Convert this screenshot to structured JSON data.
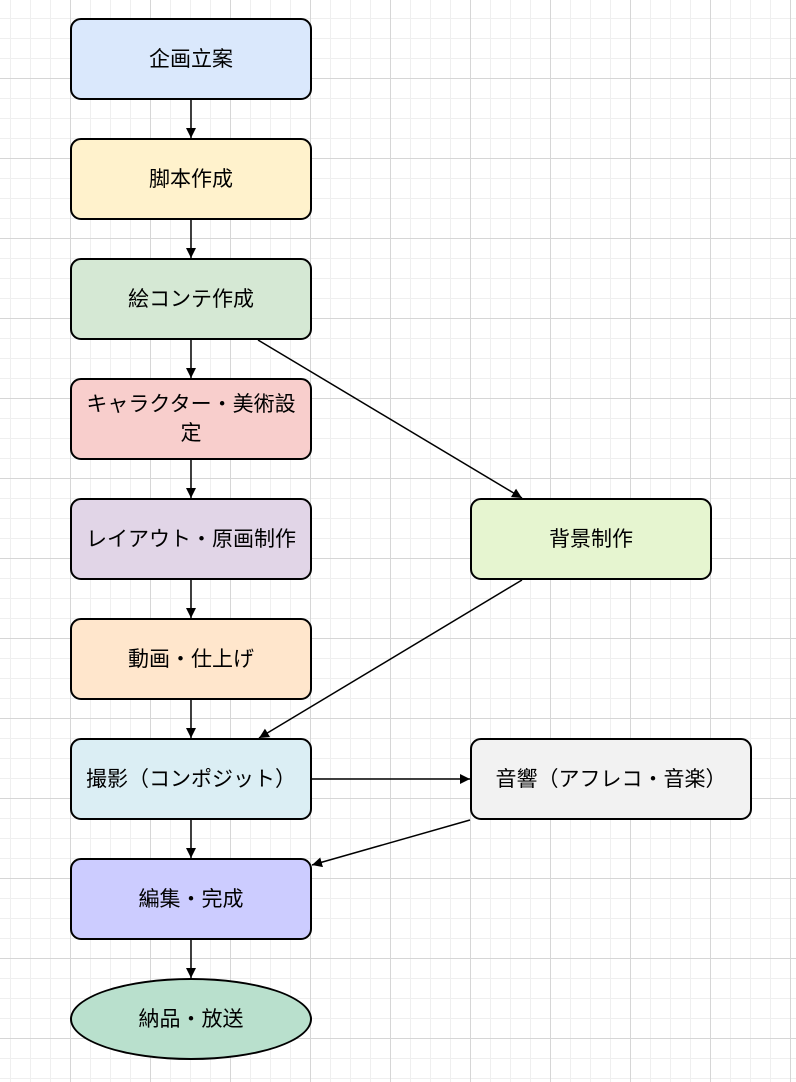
{
  "diagram": {
    "nodes": {
      "planning": {
        "label": "企画立案",
        "fill": "#dae8fc"
      },
      "script": {
        "label": "脚本作成",
        "fill": "#fff2cc"
      },
      "storyboard": {
        "label": "絵コンテ作成",
        "fill": "#d5e8d4"
      },
      "design": {
        "label": "キャラクター・美術設定",
        "fill": "#f8cecc"
      },
      "layout": {
        "label": "レイアウト・原画制作",
        "fill": "#e1d5e7"
      },
      "animation": {
        "label": "動画・仕上げ",
        "fill": "#ffe6cc"
      },
      "composite": {
        "label": "撮影（コンポジット）",
        "fill": "#dbeef4"
      },
      "editing": {
        "label": "編集・完成",
        "fill": "#ccccff"
      },
      "delivery": {
        "label": "納品・放送",
        "fill": "#b9e0cd"
      },
      "background": {
        "label": "背景制作",
        "fill": "#e6f5d0"
      },
      "sound": {
        "label": "音響（アフレコ・音楽）",
        "fill": "#f2f2f2"
      }
    },
    "edges": [
      {
        "from": "planning",
        "to": "script"
      },
      {
        "from": "script",
        "to": "storyboard"
      },
      {
        "from": "storyboard",
        "to": "design"
      },
      {
        "from": "storyboard",
        "to": "background"
      },
      {
        "from": "design",
        "to": "layout"
      },
      {
        "from": "layout",
        "to": "animation"
      },
      {
        "from": "background",
        "to": "composite"
      },
      {
        "from": "animation",
        "to": "composite"
      },
      {
        "from": "composite",
        "to": "sound"
      },
      {
        "from": "composite",
        "to": "editing"
      },
      {
        "from": "sound",
        "to": "editing"
      },
      {
        "from": "editing",
        "to": "delivery"
      }
    ],
    "colors": {
      "stroke": "#000000",
      "grid": "#d6d6d6"
    }
  }
}
